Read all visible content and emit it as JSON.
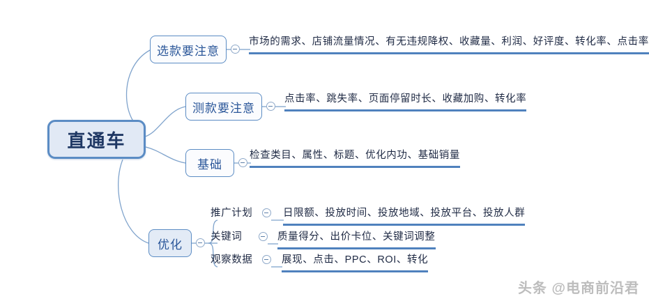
{
  "diagram": {
    "type": "mind-map",
    "root": {
      "label": "直通车"
    },
    "branches": [
      {
        "label": "选款要注意",
        "toggle": "collapse-toggle-icon",
        "leaf": "市场的需求、店铺流量情况、有无违规降权、收藏量、利润、好评度、转化率、点击率"
      },
      {
        "label": "测款要注意",
        "toggle": "collapse-toggle-icon",
        "leaf": "点击率、跳失率、页面停留时长、收藏加购、转化率"
      },
      {
        "label": "基础",
        "toggle": "collapse-toggle-icon",
        "leaf": "检查类目、属性、标题、优化内功、基础销量"
      },
      {
        "label": "优化",
        "toggle": "collapse-toggle-icon",
        "children": [
          {
            "label": "推广计划",
            "toggle": "collapse-toggle-icon",
            "leaf": "日限额、投放时间、投放地域、投放平台、投放人群"
          },
          {
            "label": "关键词",
            "toggle": "collapse-toggle-icon",
            "leaf": "质量得分、出价卡位、关键词调整"
          },
          {
            "label": "观察数据",
            "toggle": "collapse-toggle-icon",
            "leaf": "展现、点击、PPC、ROI、转化"
          }
        ]
      }
    ]
  },
  "watermark": {
    "text": "头条 @电商前沿君"
  },
  "colors": {
    "background": "#ffffff",
    "root_fill": "#e1e9f5",
    "root_border": "#5b8cc4",
    "root_text": "#1f3864",
    "branch_fill": "#fbfcfe",
    "branch_border": "#5b8cc4",
    "branch_text": "#2a5699",
    "leaf_text": "#1f2a44",
    "underline_bar": "#4f81bd",
    "connector": "#7fa3cc",
    "toggle_ring": "#8fa9c9",
    "watermark_text": "#b8b8b8"
  }
}
